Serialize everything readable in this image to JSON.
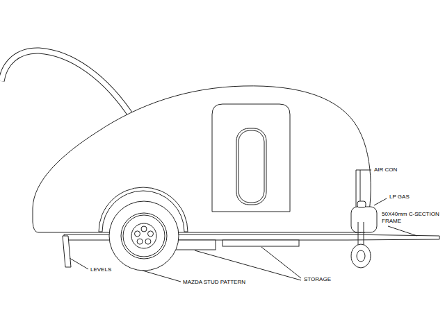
{
  "diagram": {
    "labels": [
      "AIR CON",
      "LP GAS",
      "50X40mm C-SECTION FRAME",
      "LEVELS",
      "MAZDA STUD PATTERN",
      "STORAGE"
    ]
  }
}
